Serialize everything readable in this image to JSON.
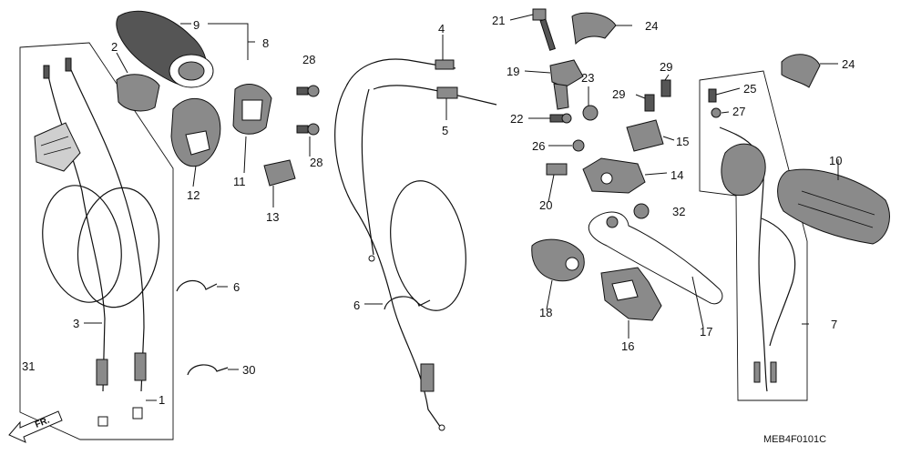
{
  "diagram": {
    "drawing_code": "MEB4F0101C",
    "direction_label": "FR.",
    "part_numbers": {
      "p1": "1",
      "p2": "2",
      "p3": "3",
      "p4": "4",
      "p5": "5",
      "p6a": "6",
      "p6b": "6",
      "p7": "7",
      "p8": "8",
      "p9": "9",
      "p10": "10",
      "p11": "11",
      "p12": "12",
      "p13": "13",
      "p14": "14",
      "p15": "15",
      "p16": "16",
      "p17": "17",
      "p18": "18",
      "p19": "19",
      "p20": "20",
      "p21": "21",
      "p22": "22",
      "p23": "23",
      "p24a": "24",
      "p24b": "24",
      "p25": "25",
      "p26": "26",
      "p27": "27",
      "p28a": "28",
      "p28b": "28",
      "p29a": "29",
      "p29b": "29",
      "p30": "30",
      "p31": "31",
      "p32": "32"
    }
  }
}
